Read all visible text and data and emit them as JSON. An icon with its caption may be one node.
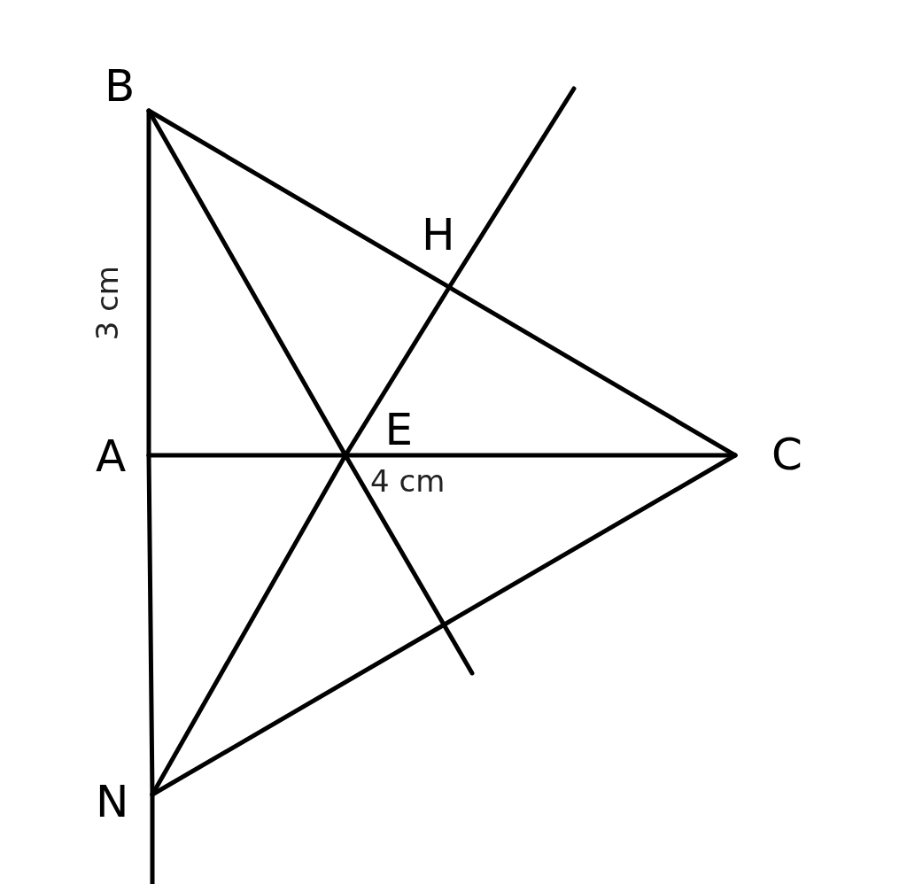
{
  "diagram": {
    "nodes": [
      {
        "text": [
          "B"
        ]
      },
      {
        "text": [
          "H"
        ]
      },
      {
        "text": [
          "E"
        ]
      },
      {
        "text": [
          "A"
        ]
      },
      {
        "text": [
          "C"
        ]
      },
      {
        "text": [
          "N"
        ]
      }
    ],
    "edges": [
      {
        "from": 0,
        "to": 3,
        "arrow": "none"
      },
      {
        "from": 3,
        "to": 5,
        "arrow": "none"
      },
      {
        "from": 5,
        "to": null,
        "arrow": "none"
      },
      {
        "from": 0,
        "to": 4,
        "arrow": "none"
      },
      {
        "from": 3,
        "to": 2,
        "arrow": "none"
      },
      {
        "from": 2,
        "to": 4,
        "arrow": "none"
      },
      {
        "from": 5,
        "to": 4,
        "arrow": "none"
      },
      {
        "from": 0,
        "to": 2,
        "arrow": "none"
      },
      {
        "from": 2,
        "to": null,
        "arrow": "none"
      },
      {
        "from": 5,
        "to": 2,
        "arrow": "none"
      },
      {
        "from": 2,
        "to": 1,
        "arrow": "none"
      },
      {
        "from": 1,
        "to": null,
        "arrow": "none"
      }
    ],
    "labels": [
      "3 cm",
      "4 cm"
    ]
  }
}
